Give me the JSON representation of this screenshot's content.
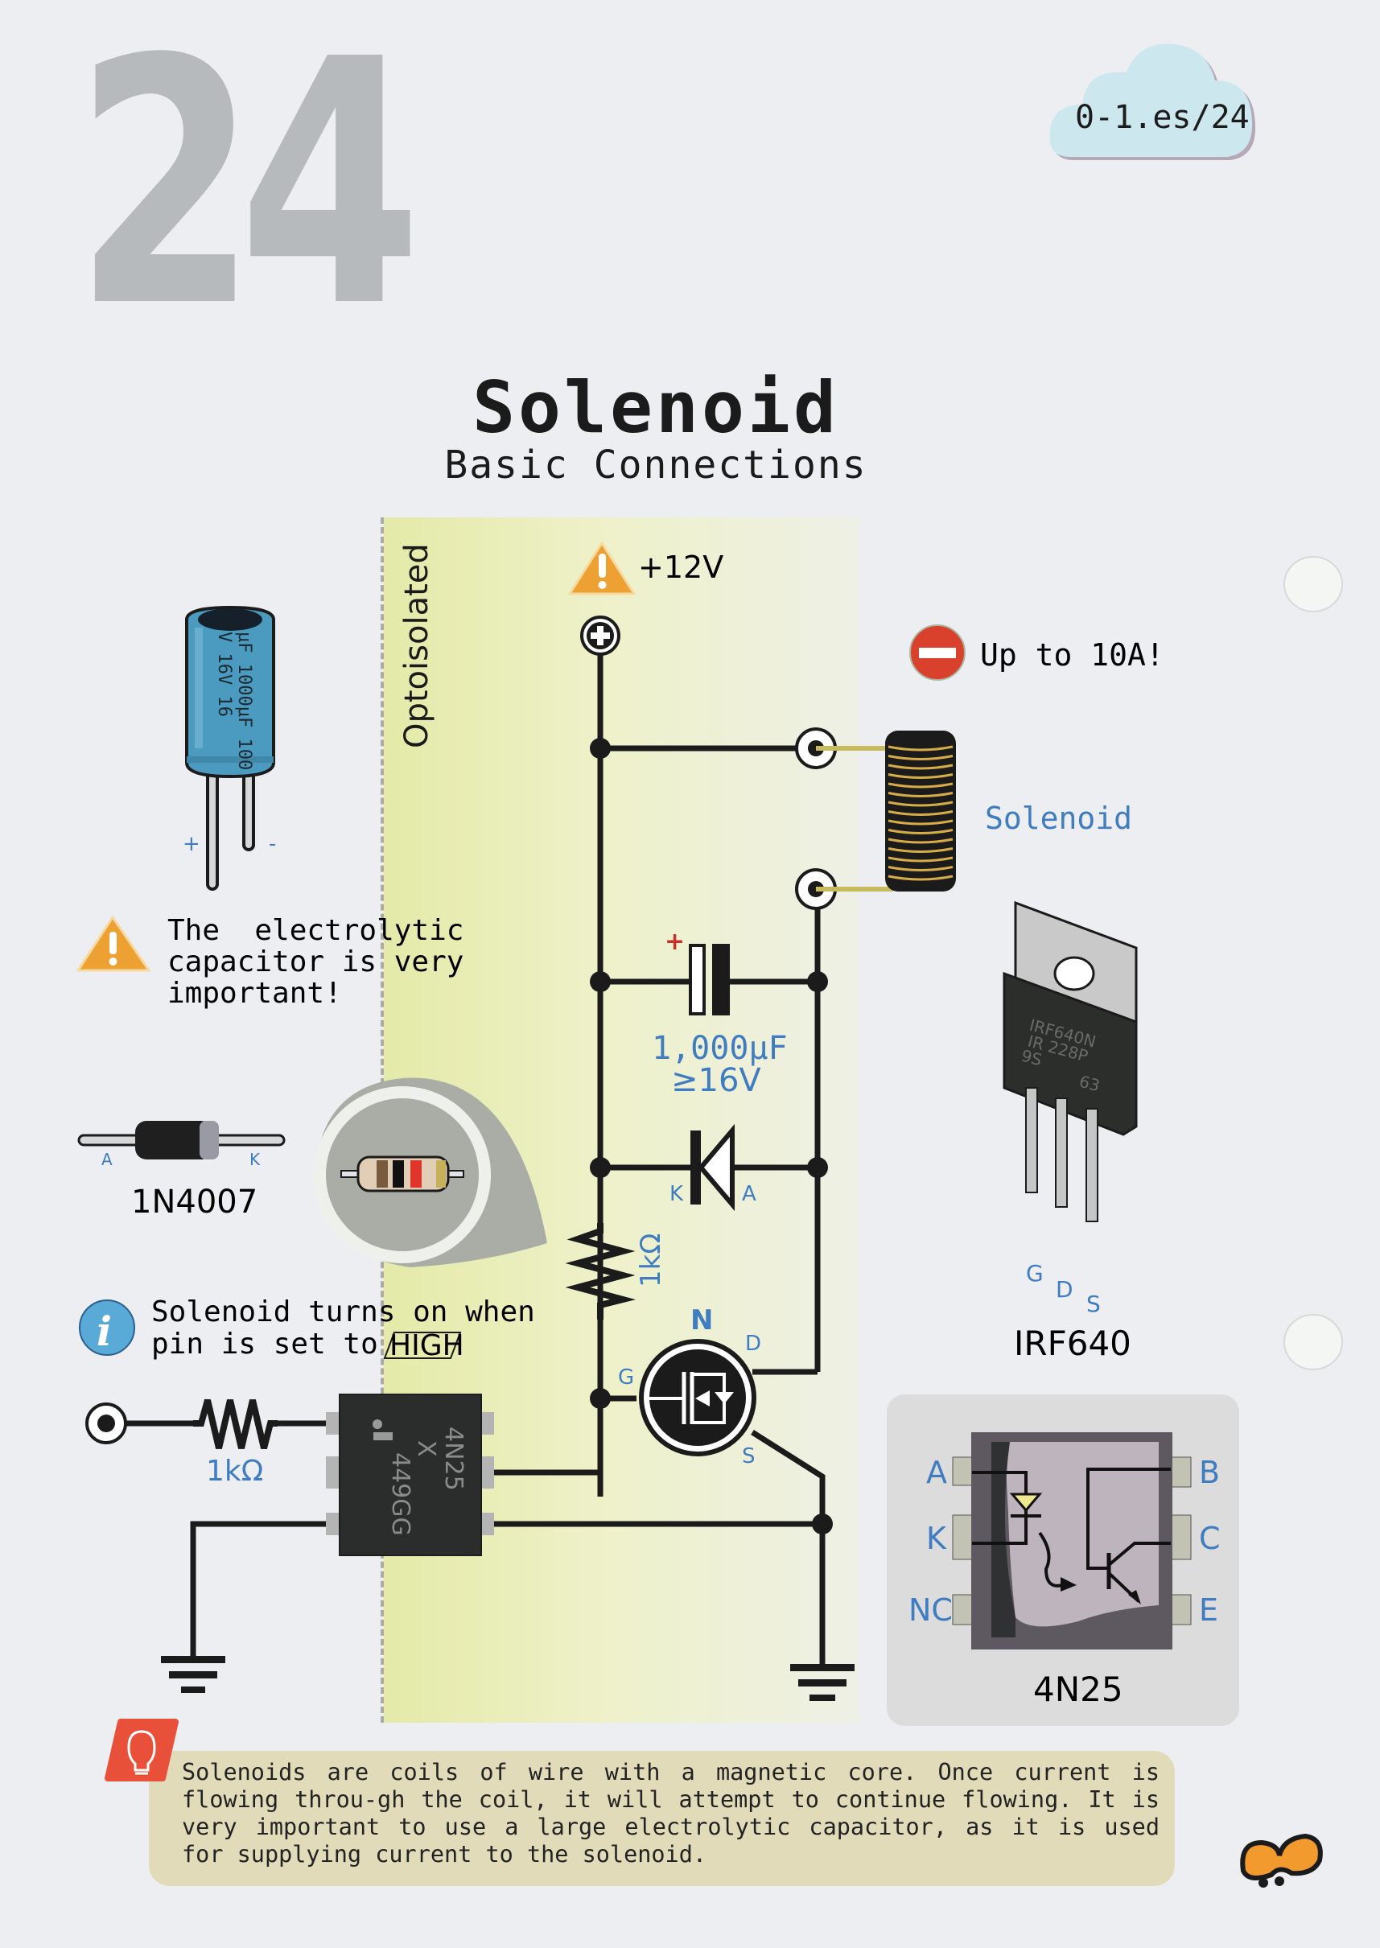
{
  "page": {
    "number": "24",
    "link": "0-1.es/24",
    "title": "Solenoid",
    "subtitle": "Basic Connections",
    "region_label": "Optoisolated"
  },
  "warnings": {
    "supply": "+12V",
    "current": "Up to 10A!",
    "capacitor_note": [
      "The  electrolytic",
      "capacitor is very",
      "important!"
    ],
    "info_note": [
      "Solenoid turns on when",
      "pin is set to "
    ],
    "info_highlight": "HIGH"
  },
  "components": {
    "electrolytic_cap": {
      "marking_1": "μF 1000μF 100",
      "marking_2": "V  16V  16",
      "plus": "+",
      "minus": "-"
    },
    "diode": {
      "name": "1N4007",
      "pin_a": "A",
      "pin_k": "K"
    },
    "solenoid_label": "Solenoid",
    "mosfet": {
      "name": "IRF640",
      "marking": [
        "IRF640N",
        "IR 228P",
        "9S",
        "63"
      ],
      "pins": [
        "G",
        "D",
        "S"
      ]
    },
    "optocoupler": {
      "name": "4N25",
      "marking": [
        "4N25",
        "X",
        "449GG"
      ],
      "left_pins": [
        "A",
        "K",
        "NC"
      ],
      "right_pins": [
        "B",
        "C",
        "E"
      ]
    }
  },
  "schematic": {
    "cap_value": "1,000μF",
    "cap_voltage": "≥16V",
    "cap_plus": "+",
    "diode_k": "K",
    "diode_a": "A",
    "gate_resistor": "1kΩ",
    "input_resistor": "1kΩ",
    "mosfet_type": "N",
    "mosfet_g": "G",
    "mosfet_d": "D",
    "mosfet_s": "S"
  },
  "tip": {
    "text": "Solenoids are coils of wire with a magnetic core. Once current is flowing throu-gh the coil, it will attempt to continue flowing. It is very important to use a large electrolytic capacitor, as it is used for supplying current to the solenoid."
  },
  "colors": {
    "accent_blue": "#3f7cc0",
    "warning_orange": "#eda132",
    "stop_red": "#d9412d",
    "tip_red": "#e8503a",
    "opto_band": "#e4eaa8",
    "capacitor_blue": "#4a9bbf"
  }
}
